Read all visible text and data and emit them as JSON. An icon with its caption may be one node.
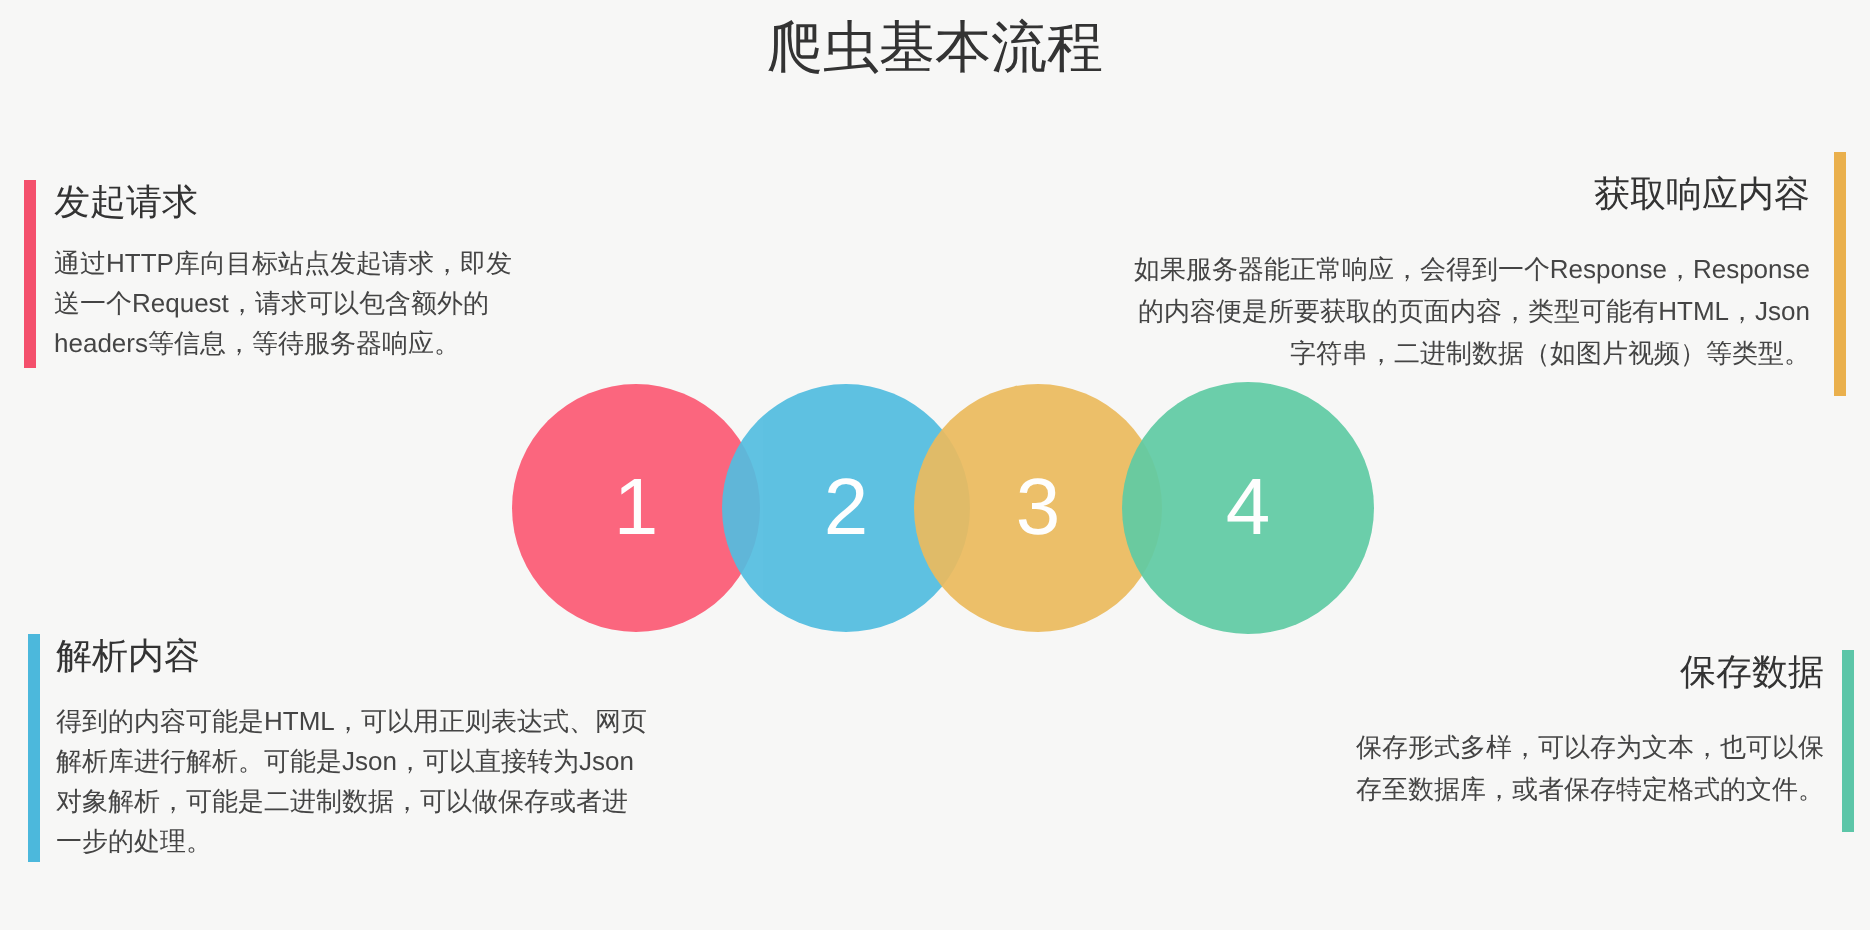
{
  "diagram": {
    "title": "爬虫基本流程",
    "nodes": [
      {
        "text": [
          "发起请求",
          "通过HTTP库向目标站点发起请求，即发送一个Request，请求可以包含额外的headers等信息，等待服务器响应。"
        ]
      },
      {
        "text": [
          "获取响应内容",
          "如果服务器能正常响应，会得到一个Response，Response的内容便是所要获取的页面内容，类型可能有HTML，Json字符串，二进制数据（如图片视频）等类型。"
        ]
      },
      {
        "text": [
          "1"
        ]
      },
      {
        "text": [
          "2"
        ]
      },
      {
        "text": [
          "3"
        ]
      },
      {
        "text": [
          "4"
        ]
      },
      {
        "text": [
          "解析内容",
          "得到的内容可能是HTML，可以用正则表达式、网页解析库进行解析。可能是Json，可以直接转为Json对象解析，可能是二进制数据，可以做保存或者进一步的处理。"
        ]
      },
      {
        "text": [
          "保存数据",
          "保存形式多样，可以存为文本，也可以保存至数据库，或者保存特定格式的文件。"
        ]
      }
    ]
  }
}
